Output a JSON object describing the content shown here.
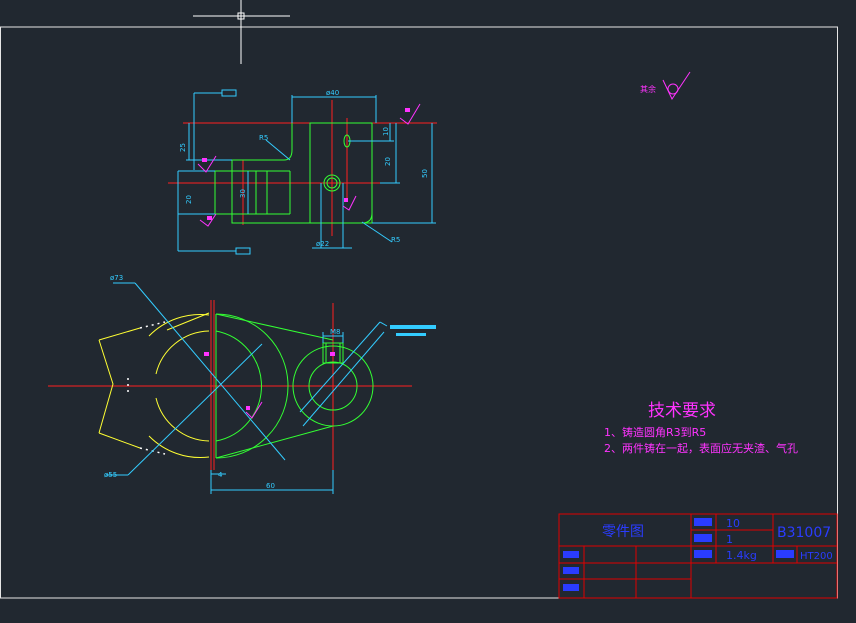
{
  "colors": {
    "background": "#212830",
    "border": "#e6e6e6",
    "outline": "#33ff33",
    "center_line": "#ff2020",
    "dimension": "#33ccff",
    "annotation": "#ff33ff",
    "yellow": "#ffff33",
    "title_grid": "#e00000",
    "title_text": "#2a3cff",
    "cursor": "#ffffff"
  },
  "roughness_symbol": {
    "label": "其余"
  },
  "top_view_dims": {
    "dia40": "ø40",
    "r5_top": "R5",
    "d25": "25",
    "d10": "10",
    "d20_right": "20",
    "d50": "50",
    "d20_left": "20",
    "d30": "30",
    "dia22": "ø22",
    "r5_bottom": "R5"
  },
  "front_view_dims": {
    "dia73": "ø73",
    "dia55": "ø55",
    "d4": "4",
    "d60": "60",
    "m8": "M8"
  },
  "tech_requirements": {
    "title": "技术要求",
    "item1": "1、铸造圆角R3到R5",
    "item2": "2、两件铸在一起，表面应无夹渣、气孔"
  },
  "title_block": {
    "part_name": "零件图",
    "scale_value": "10",
    "qty_value": "1",
    "weight_value": "1.4kg",
    "drawing_no": "B31007",
    "material_value": "HT200"
  }
}
